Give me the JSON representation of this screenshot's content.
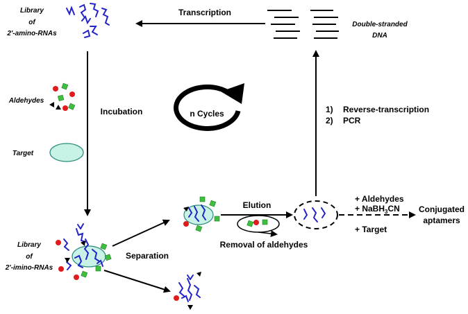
{
  "labels": {
    "library_amino_1": "Library",
    "library_amino_2": "of",
    "library_amino_3": "2'-amino-RNAs",
    "library_imino_1": "Library",
    "library_imino_2": "of",
    "library_imino_3": "2'-imino-RNAs",
    "dsdna_1": "Double-stranded",
    "dsdna_2": "DNA",
    "aldehydes": "Aldehydes",
    "target": "Target",
    "transcription": "Transcription",
    "incubation": "Incubation",
    "n_cycles": "n Cycles",
    "rt_num": "1)",
    "rt": "Reverse-transcription",
    "pcr_num": "2)",
    "pcr": "PCR",
    "separation": "Separation",
    "elution": "Elution",
    "removal": "Removal of aldehydes",
    "plus_aldehydes": "+ Aldehydes",
    "plus_nabh_pre": "+ NaBH",
    "plus_nabh_sub": "3",
    "plus_nabh_post": "CN",
    "plus_target": "+ Target",
    "conjugated_1": "Conjugated",
    "conjugated_2": "aptamers"
  },
  "colors": {
    "rna": "#2323c8",
    "red_aldehyde": "#e01b1b",
    "green_aldehyde": "#3fbf3f",
    "target_fill": "#c8f2e6",
    "target_stroke": "#2a8a7a"
  }
}
